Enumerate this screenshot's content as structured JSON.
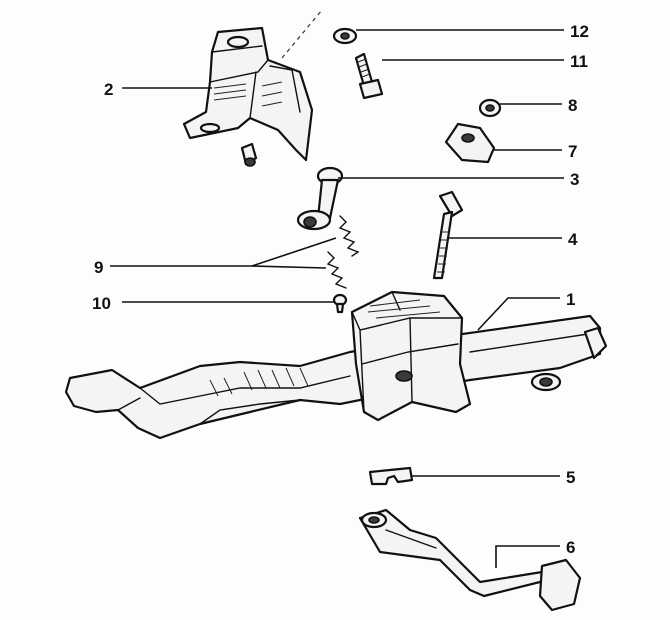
{
  "callouts": [
    {
      "id": "1",
      "label": "1"
    },
    {
      "id": "2",
      "label": "2"
    },
    {
      "id": "3",
      "label": "3"
    },
    {
      "id": "4",
      "label": "4"
    },
    {
      "id": "5",
      "label": "5"
    },
    {
      "id": "6",
      "label": "6"
    },
    {
      "id": "7",
      "label": "7"
    },
    {
      "id": "8",
      "label": "8"
    },
    {
      "id": "9",
      "label": "9"
    },
    {
      "id": "10",
      "label": "10"
    },
    {
      "id": "11",
      "label": "11"
    },
    {
      "id": "12",
      "label": "12"
    }
  ],
  "colors": {
    "ink": "#111111",
    "paper": "#fdfdfd"
  }
}
